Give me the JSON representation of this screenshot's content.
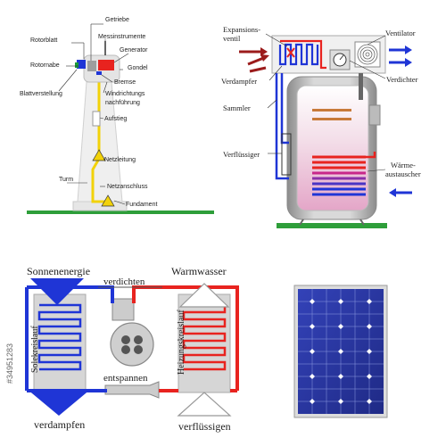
{
  "turbine": {
    "labels": {
      "getriebe": "Getriebe",
      "rotorblatt": "Rotorblatt",
      "messinstrumente": "Messinstrumente",
      "generator": "Generator",
      "rotornabe": "Rotornabe",
      "gondel": "Gondel",
      "bremse": "Bremse",
      "blattverstellung": "Blattverstellung",
      "windrichtung1": "Windrichtungs",
      "windrichtung2": "nachführung",
      "aufstieg": "Aufstieg",
      "netzleitung": "Netzleitung",
      "turm": "Turm",
      "netzanschluss": "Netzanschluss",
      "fundament": "Fundament"
    }
  },
  "heatpump_tank": {
    "labels": {
      "expansion1": "Expansions-",
      "expansion2": "ventil",
      "ventilator": "Ventilator",
      "verdampfer": "Verdampfer",
      "verdichter": "Verdichter",
      "sammler": "Sammler",
      "verfluessiger": "Verflüssiger",
      "waerme1": "Wärme-",
      "waerme2": "austauscher"
    }
  },
  "heatpump_cycle": {
    "labels": {
      "sonnenenergie": "Sonnenenergie",
      "verdichten": "verdichten",
      "warmwasser": "Warmwasser",
      "solekreislauf": "Solekreislauf",
      "heizungskreislauf": "Heizungskreislauf",
      "entspannen": "entspannen",
      "verdampfen": "verdampfen",
      "verfluessigen": "verflüssigen"
    }
  },
  "watermark": {
    "id": "#34951283"
  },
  "colors": {
    "hot": "#e8231f",
    "cold": "#1f35d6",
    "ground": "#2e9e3a",
    "panel": "#2b3aa8"
  }
}
